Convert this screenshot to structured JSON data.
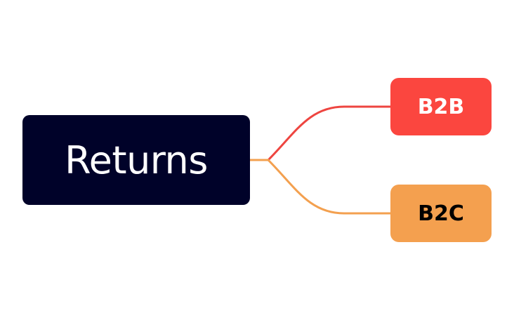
{
  "mindmap": {
    "root": {
      "label": "Returns",
      "color": "#000229",
      "text_color": "#ffffff"
    },
    "children": [
      {
        "label": "B2B",
        "color": "#fb463f",
        "text_color": "#ffffff",
        "connector_color": "#ee4540"
      },
      {
        "label": "B2C",
        "color": "#f4a04f",
        "text_color": "#000000",
        "connector_color": "#f3a04f"
      }
    ]
  }
}
